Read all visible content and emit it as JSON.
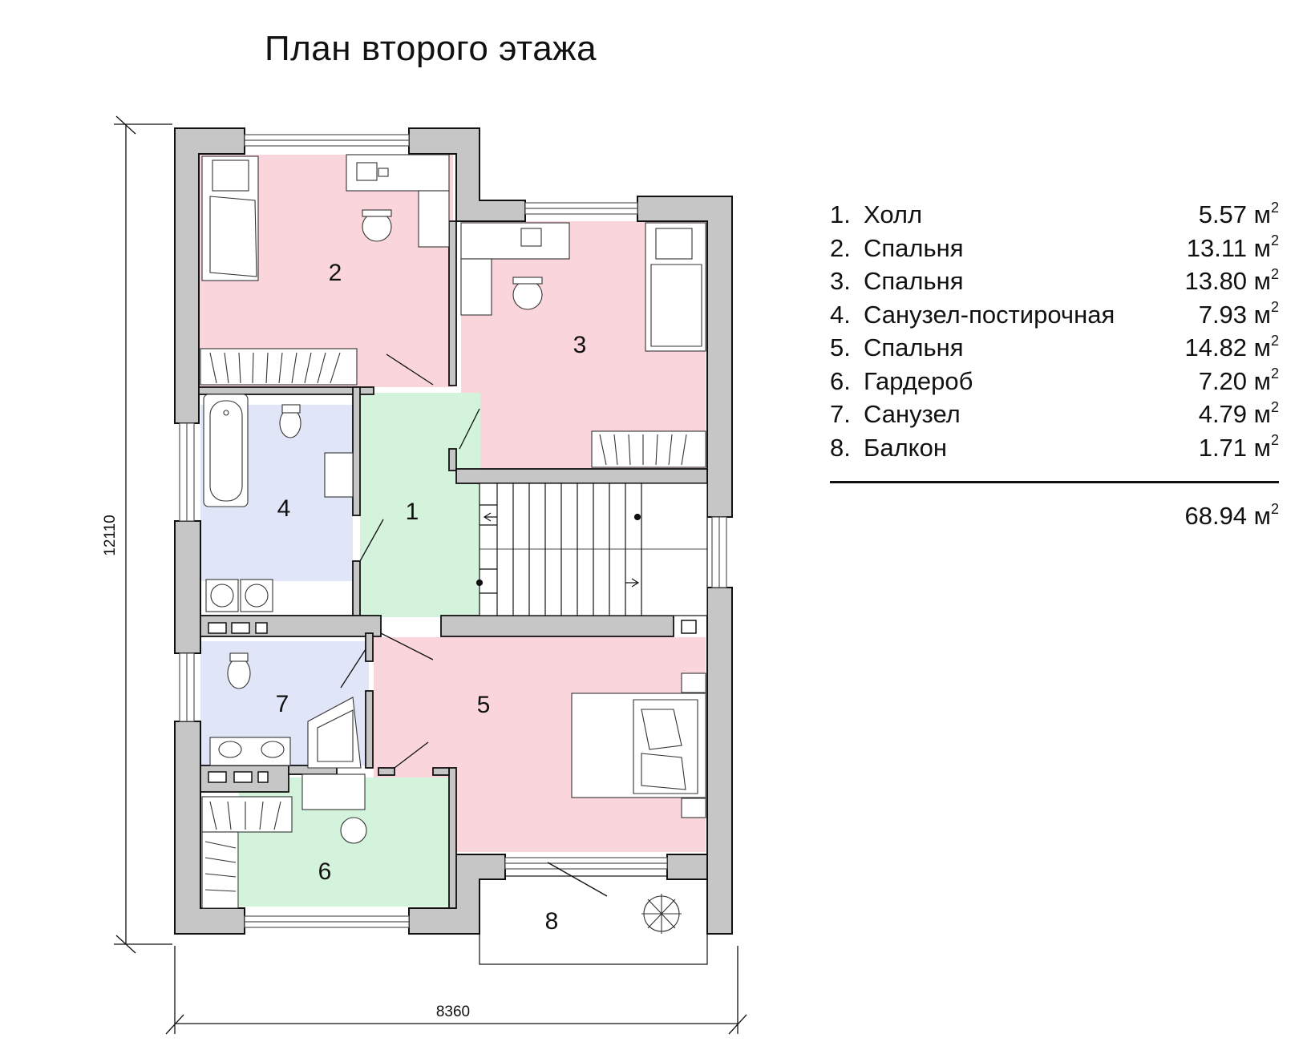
{
  "title": "План второго этажа",
  "dimensions": {
    "height": "12110",
    "width": "8360"
  },
  "colors": {
    "bedroom": "#fbd5dc",
    "hall": "#d3f3dc",
    "bath": "#e0e5f8",
    "wall": "#c6c6c6",
    "wall_stroke": "#111111"
  },
  "rooms": [
    {
      "number": "1",
      "name": "Холл",
      "area": "5.57"
    },
    {
      "number": "2",
      "name": "Спальня",
      "area": "13.11"
    },
    {
      "number": "3",
      "name": "Спальня",
      "area": "13.80"
    },
    {
      "number": "4",
      "name": "Санузел-постирочная",
      "area": "7.93"
    },
    {
      "number": "5",
      "name": "Спальня",
      "area": "14.82"
    },
    {
      "number": "6",
      "name": "Гардероб",
      "area": "7.20"
    },
    {
      "number": "7",
      "name": "Санузел",
      "area": "4.79"
    },
    {
      "number": "8",
      "name": "Балкон",
      "area": "1.71"
    }
  ],
  "unit": "м",
  "unit_exp": "2",
  "total_area": "68.94"
}
